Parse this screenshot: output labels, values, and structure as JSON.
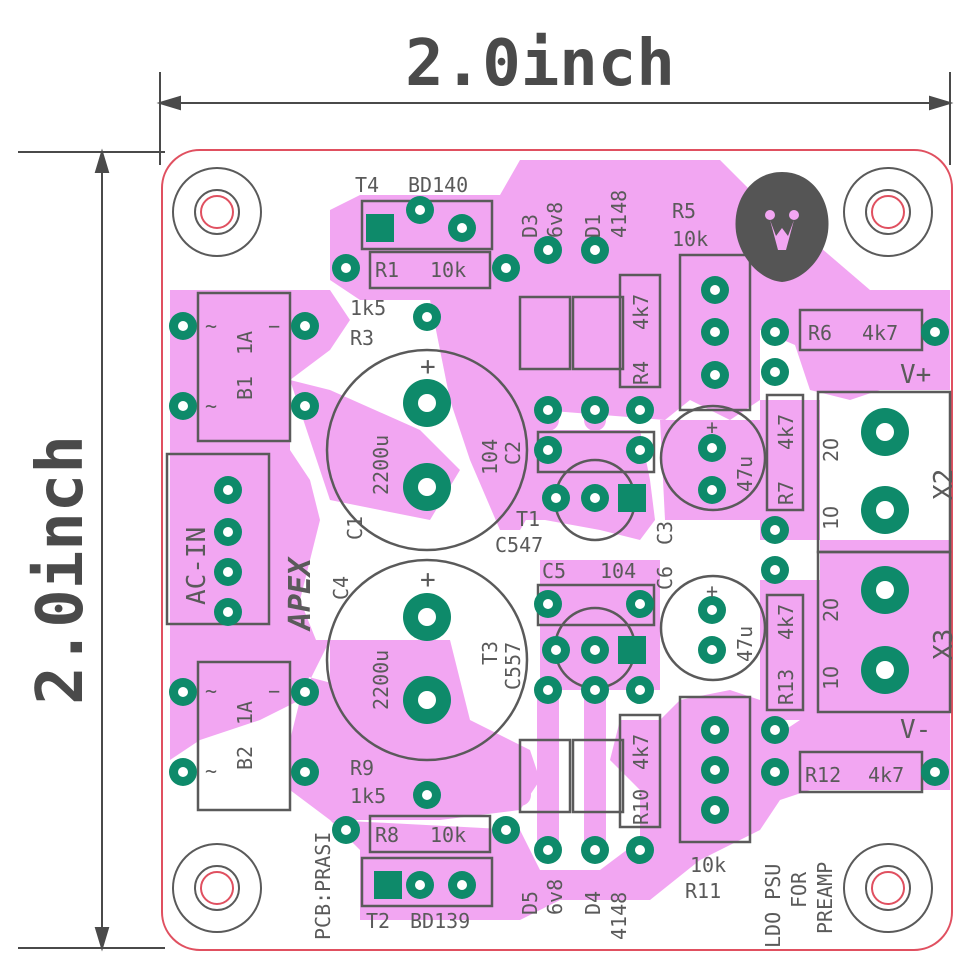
{
  "dimensions": {
    "width_label": "2.0inch",
    "height_label": "2.0inch"
  },
  "colors": {
    "copper": "#f2a6f2",
    "pad": "#0e8a6a",
    "silk": "#5a5a5a",
    "outline": "#e05060",
    "dim": "#4a4a4a"
  },
  "parts": {
    "t4": "T4",
    "t4_val": "BD140",
    "t2": "T2",
    "t2_val": "BD139",
    "d3": "D3",
    "d3_val": "6v8",
    "d1": "D1",
    "d1_val": "4148",
    "d5": "D5",
    "d5_val": "6v8",
    "d4": "D4",
    "d4_val": "4148",
    "r5": "R5",
    "r5_val": "10k",
    "r1": "R1",
    "r1_val": "10k",
    "r8": "R8",
    "r8_val": "10k",
    "r3": "R3",
    "r3_val": "1k5",
    "r9": "R9",
    "r9_val": "1k5",
    "r4": "R4",
    "r4_val": "4k7",
    "r10": "R10",
    "r10_val": "4k7",
    "r6": "R6",
    "r6_val": "4k7",
    "r7": "R7",
    "r7_val": "4k7",
    "r12": "R12",
    "r12_val": "4k7",
    "r13": "R13",
    "r13_val": "4k7",
    "r11": "R11",
    "r11_val": "10k",
    "b1": "B1",
    "b1_val": "1A",
    "b2": "B2",
    "b2_val": "1A",
    "c1": "C1",
    "c1_val": "2200u",
    "c4": "C4",
    "c4_val": "2200u",
    "c2": "C2",
    "c2_val": "104",
    "c5": "C5",
    "c5_val": "104",
    "c3": "C3",
    "c3_val": "47u",
    "c6": "C6",
    "c6_val": "47u",
    "t1": "T1",
    "t1_val": "C547",
    "t3": "T3",
    "t3_val": "C557",
    "x2": "X2",
    "x3": "X3",
    "vplus": "V+",
    "vminus": "V-",
    "acin": "AC-IN",
    "logo": "APEX",
    "pcb_credit": "PCB:PRASI",
    "title_l1": "LDO PSU",
    "title_l2": "FOR",
    "title_l3": "PREAMP",
    "plus": "+",
    "minus": "−",
    "tilde": "~",
    "terminal_1": "1O",
    "terminal_2": "2O"
  }
}
